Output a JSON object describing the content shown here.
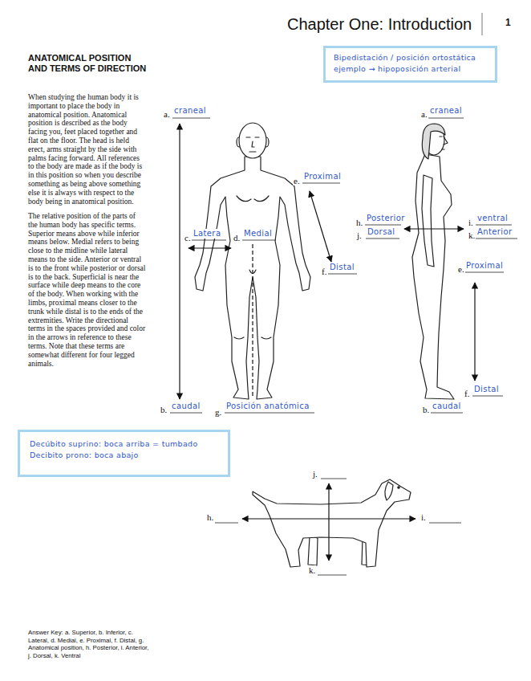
{
  "diagram": {
    "title": "Chapter One: Introduction",
    "nodes": [
      {
        "text": [
          "Bipedistación / posición ortostática",
          "ejemplo → hipoposición arterial"
        ]
      },
      {
        "text": [
          "Decúbito suprino: boca arriba = tumbado",
          "Decibito prono: boca abajo"
        ]
      }
    ],
    "labels": [
      "1",
      "ANATOMICAL POSITION AND TERMS OF DIRECTION",
      "When studying the human body it is important to place the body in anatomical position. Anatomical position is described as the body facing you, feet placed together and flat on the floor. The head is held erect, arms straight by the side with palms facing forward. All references to the body are made as if the body is in this position so when you describe something as being above something else it is always with respect to the body being in anatomical position.",
      "The relative position of the parts of the human body has specific terms. Superior means above while inferior means below. Medial refers to being close to the midline while lateral means to the side. Anterior or ventral is to the front while posterior or dorsal is to the back. Superficial is near the surface while deep means to the core of the body. When working with the limbs, proximal means closer to the trunk while distal is to the ends of the extremities. Write the directional terms in the spaces provided and color in the arrows in reference to these terms. Note that these terms are somewhat different for four legged animals.",
      "a.",
      "craneal",
      "e.",
      "Proximal",
      "c.",
      "Latera",
      "d.",
      "Medial",
      "f.",
      "Distal",
      "b.",
      "caudal",
      "g.",
      "Posición anatómica",
      "a.",
      "craneal",
      "h.",
      "Posterior",
      "j.",
      "Dorsal",
      "i.",
      "ventral",
      "k.",
      "Anterior",
      "e.",
      "Proximal",
      "f.",
      "Distal",
      "b.",
      "caudal",
      "j.",
      "h.",
      "i.",
      "k.",
      "Answer Key: a. Superior, b. Inferior, c. Lateral, d. Medial, e. Proximal, f. Distal, g. Anatomical position, h. Posterior, i. Anterior, j. Dorsal, k. Ventral"
    ]
  }
}
